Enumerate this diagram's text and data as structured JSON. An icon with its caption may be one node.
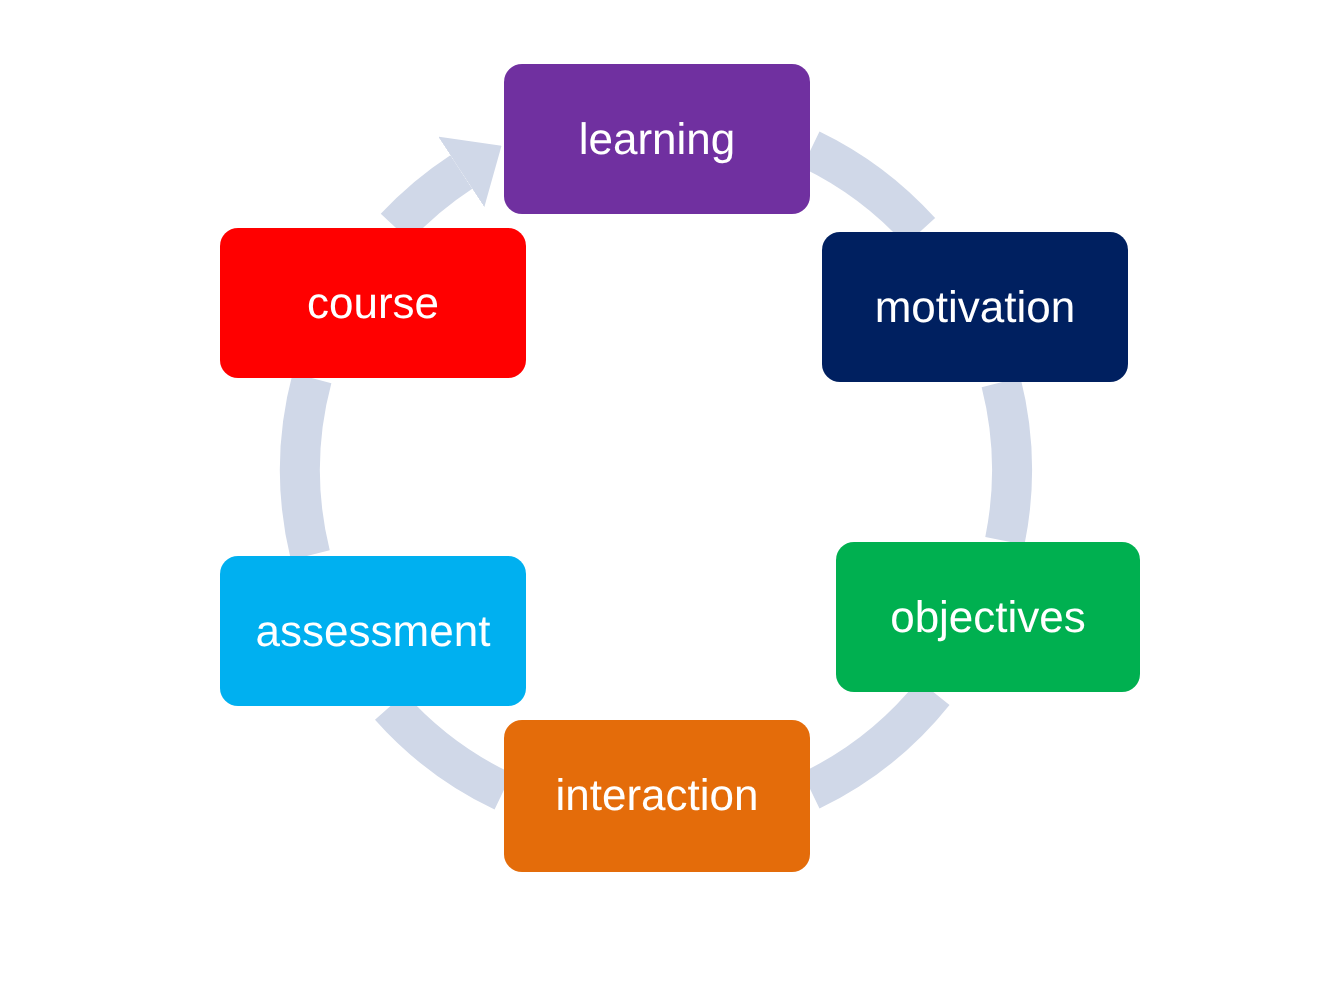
{
  "diagram": {
    "nodes": [
      {
        "text": [
          "learning"
        ]
      },
      {
        "text": [
          "motivation"
        ]
      },
      {
        "text": [
          "objectives"
        ]
      },
      {
        "text": [
          "interaction"
        ]
      },
      {
        "text": [
          "assessment"
        ]
      },
      {
        "text": [
          "course"
        ]
      }
    ],
    "edges": [
      {
        "from": 0,
        "to": 1,
        "arrow": "none"
      },
      {
        "from": 1,
        "to": 2,
        "arrow": "none"
      },
      {
        "from": 2,
        "to": 3,
        "arrow": "none"
      },
      {
        "from": 3,
        "to": 4,
        "arrow": "none"
      },
      {
        "from": 4,
        "to": 5,
        "arrow": "none"
      },
      {
        "from": 5,
        "to": 0,
        "arrow": "to"
      }
    ]
  }
}
